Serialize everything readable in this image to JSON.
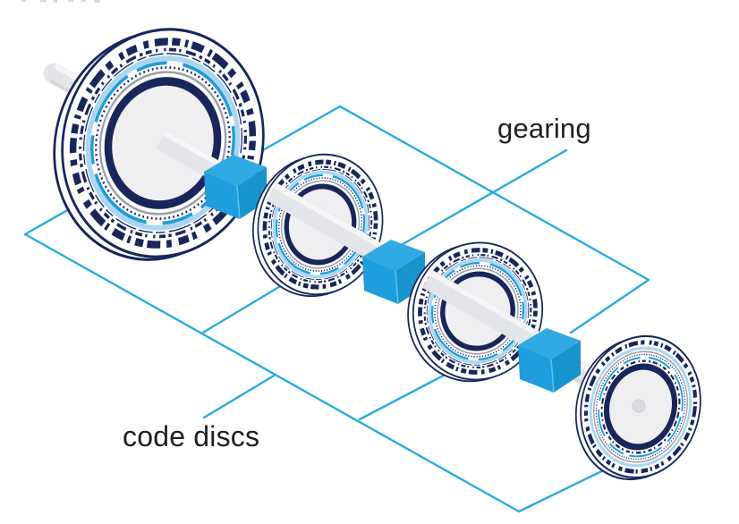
{
  "labels": {
    "gearing": "gearing",
    "code_discs": "code discs"
  },
  "scene": {
    "shaft": "drive shaft",
    "code_discs": [
      {
        "name": "code disc 1 (largest)"
      },
      {
        "name": "code disc 2"
      },
      {
        "name": "code disc 3"
      },
      {
        "name": "code disc 4 (smallest, with hub cap)"
      }
    ],
    "gears": [
      {
        "name": "gear cube 1"
      },
      {
        "name": "gear cube 2"
      },
      {
        "name": "gear cube 3"
      }
    ]
  },
  "colors": {
    "text": "#1F1F1F",
    "line_cyan": "#29ABE2",
    "navy": "#19265B",
    "ring_lightblue": "#A9D7F2",
    "ring_blue": "#1E9CD8",
    "ring_gray": "#99A1AB",
    "disc_face": "#FFFFFF",
    "disc_center": "#EFEFF2",
    "cube_top": "#31A9E2",
    "cube_front": "#1E9EDC",
    "cube_side": "#1793CE",
    "cube_edge": "#5AC2EE",
    "shaft": "#E4E5E9",
    "shaft_highlight": "#F6F6F8",
    "shaft_shadow": "#D6D8DC",
    "hub": "#DBDCE0",
    "hub_edge": "#C9CBD0",
    "artifact": "#D8D8D8"
  }
}
